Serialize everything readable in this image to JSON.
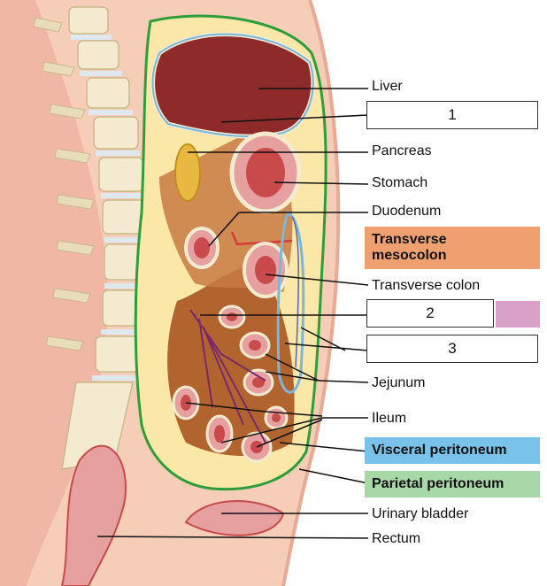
{
  "labels": {
    "liver": "Liver",
    "pancreas": "Pancreas",
    "stomach": "Stomach",
    "duodenum": "Duodenum",
    "transverse_mesocolon_line1": "Transverse",
    "transverse_mesocolon_line2": "mesocolon",
    "transverse_colon": "Transverse colon",
    "jejunum": "Jejunum",
    "ileum": "Ileum",
    "visceral_peritoneum": "Visceral peritoneum",
    "parietal_peritoneum": "Parietal peritoneum",
    "urinary_bladder": "Urinary bladder",
    "rectum": "Rectum"
  },
  "answer_boxes": {
    "box1": "1",
    "box2": "2",
    "box3": "3"
  },
  "colors": {
    "transverse_mesocolon_bg": "#f0a070",
    "visceral_peritoneum_bg": "#79c3ea",
    "parietal_peritoneum_bg": "#a8d8a8",
    "pink_swatch": "#d9a0c8",
    "parietal_line": "#2e9e3a",
    "visceral_line": "#7ab7d8",
    "liver": "#8e2a2a",
    "peritoneal_cavity": "#fbe8a8",
    "body_tissue": "#f4c8b0"
  }
}
